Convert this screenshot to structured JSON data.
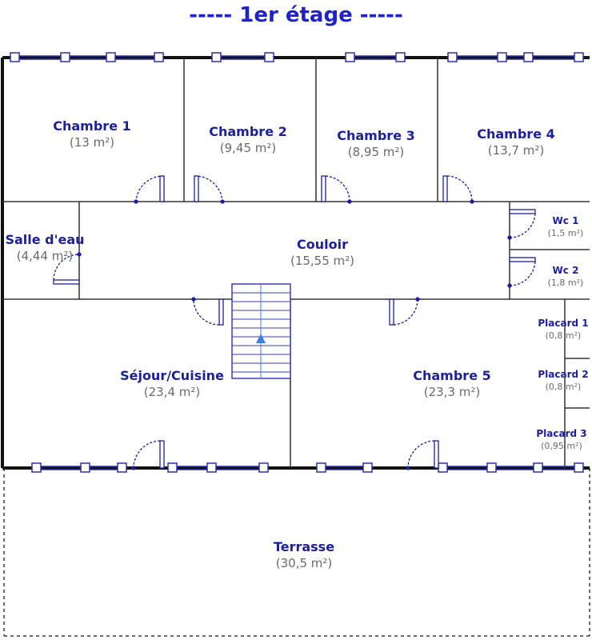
{
  "title": "-----  1er étage  -----",
  "rooms": {
    "chambre1": {
      "name": "Chambre 1",
      "area": "(13 m²)"
    },
    "chambre2": {
      "name": "Chambre 2",
      "area": "(9,45 m²)"
    },
    "chambre3": {
      "name": "Chambre 3",
      "area": "(8,95 m²)"
    },
    "chambre4": {
      "name": "Chambre 4",
      "area": "(13,7 m²)"
    },
    "salle_eau": {
      "name": "Salle d'eau",
      "area": "(4,44 m²)"
    },
    "couloir": {
      "name": "Couloir",
      "area": "(15,55 m²)"
    },
    "wc1": {
      "name": "Wc 1",
      "area": "(1,5 m²)"
    },
    "wc2": {
      "name": "Wc 2",
      "area": "(1,8 m²)"
    },
    "placard1": {
      "name": "Placard 1",
      "area": "(0,8 m²)"
    },
    "placard2": {
      "name": "Placard 2",
      "area": "(0,8 m²)"
    },
    "placard3": {
      "name": "Placard 3",
      "area": "(0,95 m²)"
    },
    "sejour": {
      "name": "Séjour/Cuisine",
      "area": "(23,4 m²)"
    },
    "chambre5": {
      "name": "Chambre 5",
      "area": "(23,3 m²)"
    },
    "terrasse": {
      "name": "Terrasse",
      "area": "(30,5 m²)"
    }
  },
  "colors": {
    "wall": "#111111",
    "window": "#2b2fb0",
    "door": "#1c1f9e",
    "stairs": "#3a3fb8",
    "stair_arrow": "#3d7ee6",
    "title": "#1f22c8"
  }
}
